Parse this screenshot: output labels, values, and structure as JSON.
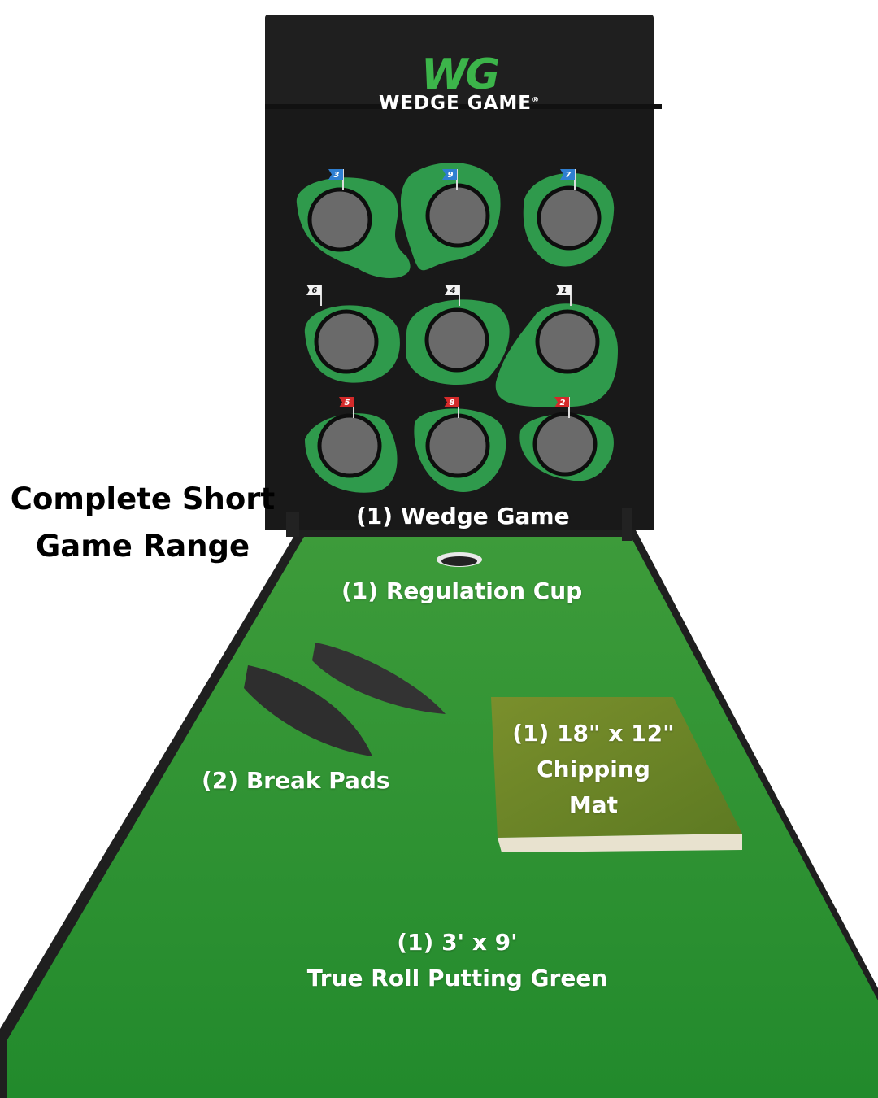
{
  "title": {
    "line1": "Complete Short",
    "line2": "Game Range"
  },
  "brand": {
    "letters": "WG",
    "name": "WEDGE GAME",
    "mark": "®"
  },
  "targets": [
    {
      "number": "3",
      "flag_color": "#2f7fd1"
    },
    {
      "number": "9",
      "flag_color": "#2f7fd1"
    },
    {
      "number": "7",
      "flag_color": "#2f7fd1"
    },
    {
      "number": "6",
      "flag_color": "#f2f2f2"
    },
    {
      "number": "4",
      "flag_color": "#f2f2f2"
    },
    {
      "number": "1",
      "flag_color": "#f2f2f2"
    },
    {
      "number": "5",
      "flag_color": "#d42a2a"
    },
    {
      "number": "8",
      "flag_color": "#d42a2a"
    },
    {
      "number": "2",
      "flag_color": "#d42a2a"
    }
  ],
  "labels": {
    "wedge_game": "(1) Wedge Game",
    "regulation_cup": "(1) Regulation Cup",
    "break_pads": "(2) Break Pads",
    "chipping_mat_line1": "(1) 18\" x 12\"",
    "chipping_mat_line2": "Chipping",
    "chipping_mat_line3": "Mat",
    "green_line1": "(1) 3' x 9'",
    "green_line2": "True Roll Putting Green"
  },
  "colors": {
    "turf": "#2e8b2e",
    "net": "#1c1c1c",
    "target_green": "#2f9a4c",
    "brand_green": "#3cb54a",
    "mat": "#6e8a2a"
  }
}
